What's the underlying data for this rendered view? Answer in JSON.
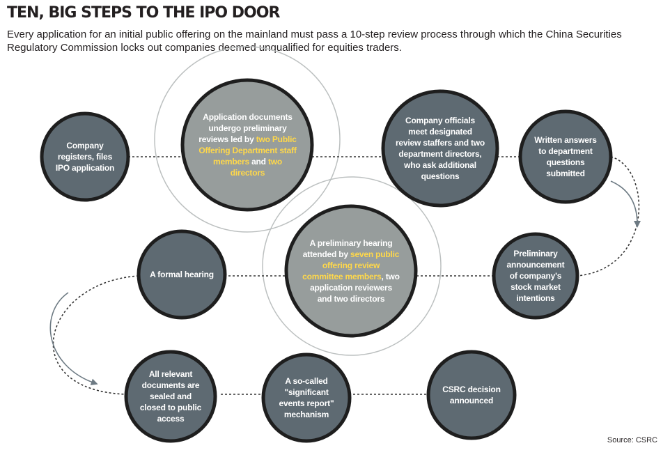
{
  "title": "TEN, BIG STEPS TO THE IPO DOOR",
  "subtitle": "Every application for an initial public offering on the mainland must pass a 10-step review process through which the China Securities Regulatory Commission locks out companies deemed unqualified for equities traders.",
  "source": "Source: CSRC",
  "colors": {
    "node_dark": "#5e6a72",
    "node_highlight": "#979d9c",
    "border": "#1e1e1e",
    "halo": "#bcc0c0",
    "accent_text": "#ffd84a",
    "connector": "#333333",
    "arrow": "#6d7a83"
  },
  "steps": [
    {
      "id": 1,
      "text": "Company registers, files IPO application"
    },
    {
      "id": 2,
      "parts": [
        "Application documents undergo preliminary reviews led by ",
        "two Public Offering Department staff members",
        " and ",
        "two directors"
      ]
    },
    {
      "id": 3,
      "text": "Company officials meet designated review staffers and two department directors, who ask additional questions"
    },
    {
      "id": 4,
      "text": "Written answers to department questions submitted"
    },
    {
      "id": 5,
      "text": "Preliminary announcement of company's stock market intentions"
    },
    {
      "id": 6,
      "parts": [
        "A preliminary hearing attended by ",
        "seven public offering review committee members",
        ", two application reviewers and two directors"
      ]
    },
    {
      "id": 7,
      "text": "A formal hearing"
    },
    {
      "id": 8,
      "text": "All relevant documents are sealed and closed to public access"
    },
    {
      "id": 9,
      "text": "A so-called \"significant events report\" mechanism"
    },
    {
      "id": 10,
      "text": "CSRC decision announced"
    }
  ]
}
